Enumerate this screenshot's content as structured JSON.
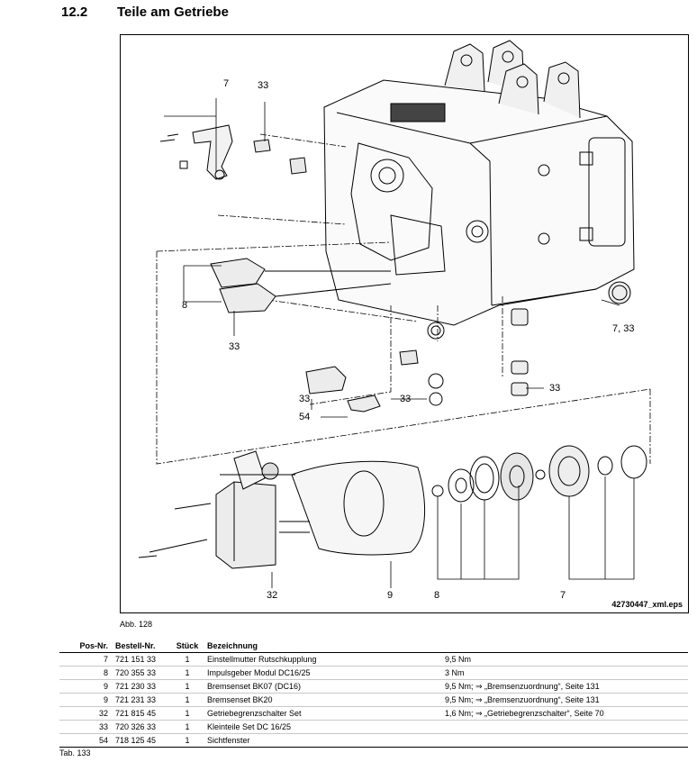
{
  "heading": {
    "number": "12.2",
    "title": "Teile am Getriebe"
  },
  "figure": {
    "file_label": "42730447_xml.eps",
    "callouts": [
      "7",
      "33",
      "8",
      "33",
      "7, 33",
      "33",
      "33",
      "54",
      "33",
      "32",
      "9",
      "8",
      "7"
    ]
  },
  "figure_caption": "Abb. 128",
  "table": {
    "headers": [
      "Pos-Nr.",
      "Bestell-Nr.",
      "Stück",
      "Bezeichnung",
      ""
    ],
    "rows": [
      [
        "7",
        "721 151 33",
        "1",
        "Einstellmutter Rutschkupplung",
        "9,5 Nm"
      ],
      [
        "8",
        "720 355 33",
        "1",
        "Impulsgeber Modul DC16/25",
        "3 Nm"
      ],
      [
        "9",
        "721 230 33",
        "1",
        "Bremsenset BK07 (DC16)",
        "9,5 Nm; ⇒ „Bremsenzuordnung“, Seite 131"
      ],
      [
        "9",
        "721 231 33",
        "1",
        "Bremsenset BK20",
        "9,5 Nm; ⇒ „Bremsenzuordnung“, Seite 131"
      ],
      [
        "32",
        "721 815 45",
        "1",
        "Getriebegrenzschalter Set",
        "1,6 Nm; ⇒ „Getriebegrenzschalter“, Seite 70"
      ],
      [
        "33",
        "720 326 33",
        "1",
        "Kleinteile Set DC 16/25",
        ""
      ],
      [
        "54",
        "718 125 45",
        "1",
        "Sichtfenster",
        ""
      ]
    ]
  },
  "table_caption": "Tab. 133"
}
